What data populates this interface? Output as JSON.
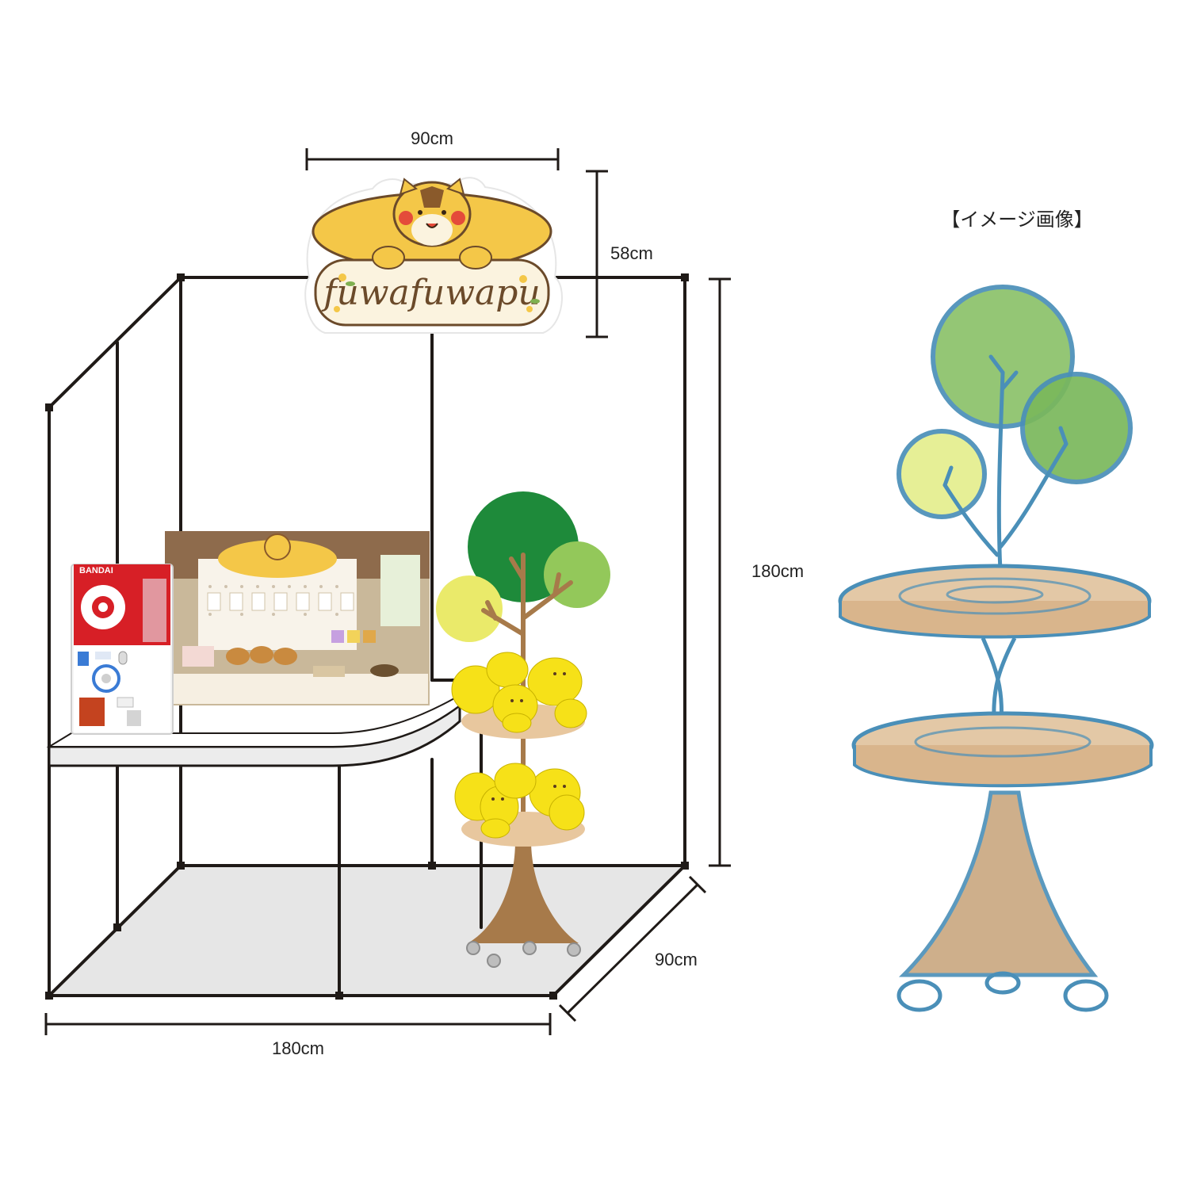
{
  "dimensions": {
    "sign_width": "90cm",
    "sign_height": "58cm",
    "booth_height": "180cm",
    "booth_depth": "90cm",
    "booth_width": "180cm"
  },
  "sign": {
    "logo_text": "fuwafuwapu"
  },
  "gashapon": {
    "brand": "BANDAI"
  },
  "image_caption": "【イメージ画像】",
  "colors": {
    "frame": "#1f1a17",
    "floor": "#e6e6e6",
    "counter": "#ececec",
    "squirrel": "#f4c748",
    "sign_bg": "#fbf3df",
    "tree_dark": "#1e8a3a",
    "tree_light": "#93c85a",
    "tree_yellow": "#eaea6a",
    "trunk": "#a77a4a",
    "shelf": "#e8c79e",
    "sketch_blue": "#4a8fb8"
  }
}
